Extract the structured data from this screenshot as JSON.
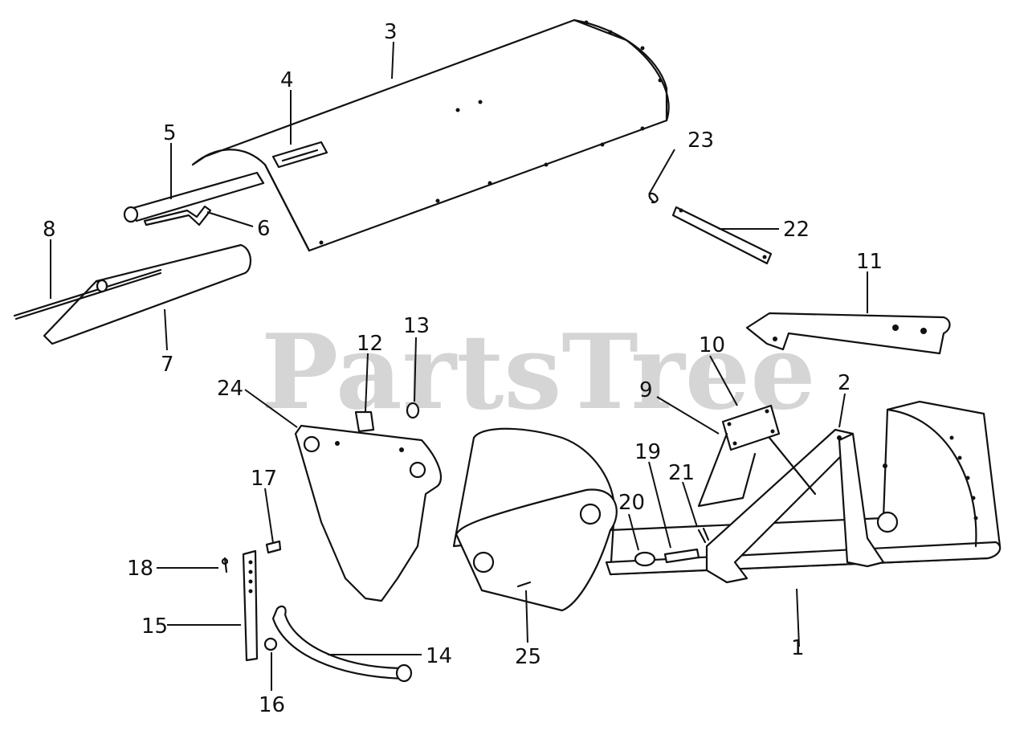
{
  "watermark": "PartsTree",
  "callouts": [
    "1",
    "2",
    "3",
    "4",
    "5",
    "6",
    "7",
    "8",
    "9",
    "10",
    "11",
    "12",
    "13",
    "14",
    "15",
    "16",
    "17",
    "18",
    "19",
    "20",
    "21",
    "22",
    "23",
    "24",
    "25"
  ]
}
